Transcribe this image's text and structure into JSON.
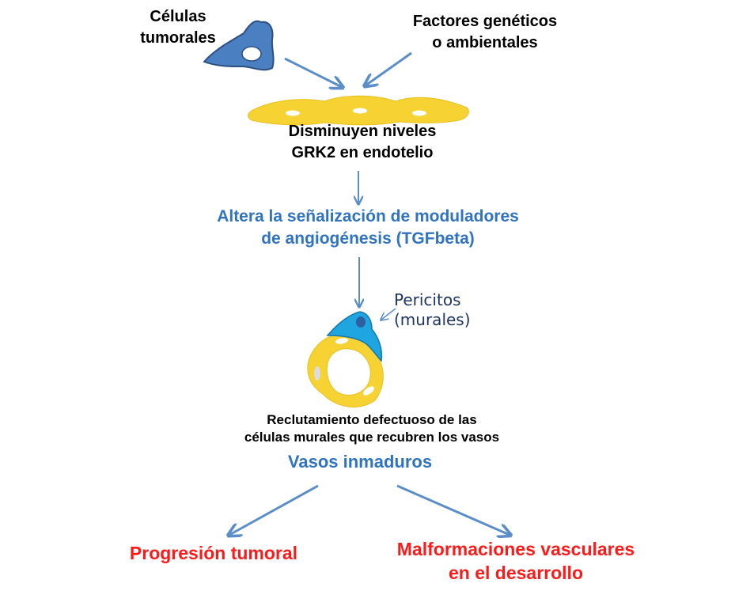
{
  "labels": {
    "tumor_cells": [
      "Células",
      "tumorales"
    ],
    "factors": [
      "Factores genéticos",
      "o ambientales"
    ],
    "grk2": [
      "Disminuyen niveles",
      "GRK2 en endotelio"
    ],
    "signaling": [
      "Altera la señalización de moduladores",
      "de angiogénesis (TGFbeta)"
    ],
    "pericytes": [
      "Pericitos",
      "(murales)"
    ],
    "recruitment": [
      "Reclutamiento defectuoso de las",
      "células murales que recubren los vasos"
    ],
    "immature": "Vasos inmaduros",
    "tumor_progression": "Progresión tumoral",
    "malformations": [
      "Malformaciones vasculares",
      "en el desarrollo"
    ]
  },
  "colors": {
    "arrow": "#5b8ec8",
    "tumor_cell": "#4a7fc1",
    "endothelial": "#f6d232",
    "pericyte": "#1fa6e0",
    "blue_text": "#2f73c2",
    "red_text": "#ff1a1a"
  },
  "icons": [
    "tumor-cell-icon",
    "endothelial-cells-icon",
    "vessel-ring-icon",
    "pericyte-icon"
  ]
}
